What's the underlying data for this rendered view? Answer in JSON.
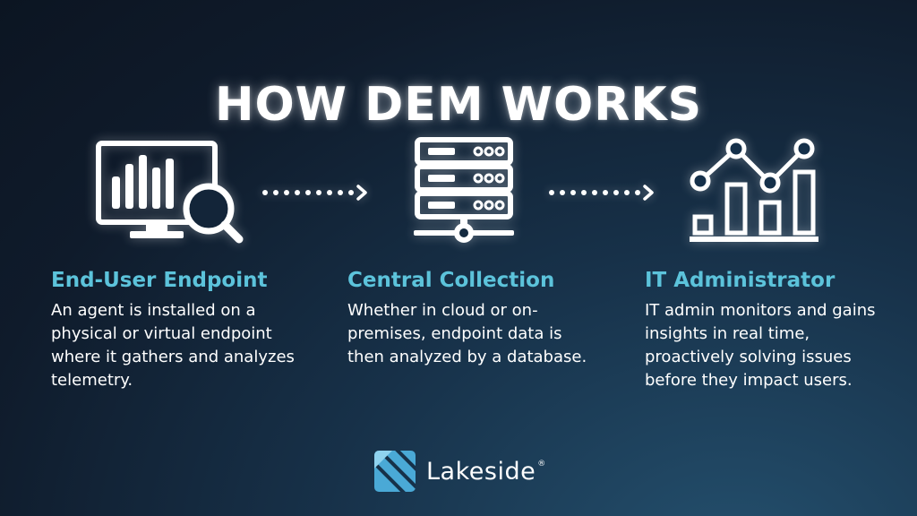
{
  "title": "HOW DEM WORKS",
  "steps": [
    {
      "icon": "monitor-magnifier-icon",
      "heading": "End-User Endpoint",
      "text": "An agent is installed on a physical or virtual endpoint where it gathers and analyzes telemetry."
    },
    {
      "icon": "server-icon",
      "heading": "Central Collection",
      "text": "Whether in cloud or on-premises, endpoint data is then analyzed by a database."
    },
    {
      "icon": "chart-icon",
      "heading": "IT Administrator",
      "text": "IT admin monitors and gains insights in real time, proactively solving issues before they impact users."
    }
  ],
  "logo": {
    "name": "Lakeside",
    "registered": "®"
  },
  "colors": {
    "accent": "#5cc3db",
    "logo_blue": "#4aa9d6",
    "text": "#ffffff"
  }
}
